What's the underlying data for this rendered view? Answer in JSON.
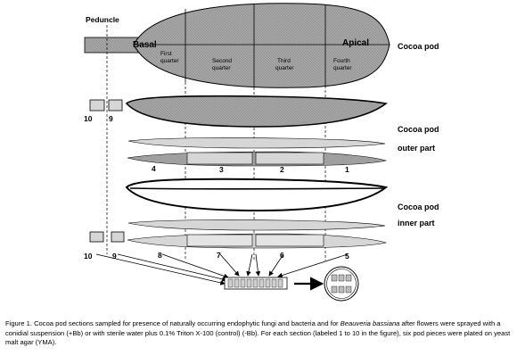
{
  "labels": {
    "peduncle": "Peduncle",
    "basal": "Basal",
    "apical": "Apical",
    "cocoa_pod": "Cocoa pod",
    "cocoa_pod_2": "Cocoa pod",
    "outer_part": "outer part",
    "cocoa_pod_3": "Cocoa pod",
    "inner_part": "inner part"
  },
  "quarters": [
    {
      "line1": "First",
      "line2": "quarter"
    },
    {
      "line1": "Second",
      "line2": "quarter"
    },
    {
      "line1": "Third",
      "line2": "quarter"
    },
    {
      "line1": "Fourth",
      "line2": "quarter"
    }
  ],
  "outer_sections": {
    "peduncle_pieces": [
      "10",
      "9"
    ],
    "pod_pieces": [
      "4",
      "3",
      "2",
      "1"
    ]
  },
  "inner_sections": {
    "peduncle_pieces": [
      "10",
      "9"
    ],
    "pod_pieces": [
      "8",
      "7",
      "6",
      "5"
    ]
  },
  "caption": {
    "part1": "Figure 1. Cocoa pod sections sampled for presence of naturally occurring endophytic fungi and bacteria and for ",
    "species": "Beauveria bassiana",
    "part2": " after flowers were sprayed with a conidial suspension (+Bb) or with sterile water plus 0.1% Triton X-100 (control) (-Bb).  For each section (labeled 1 to 10 in the figure), six pod pieces were plated on yeast malt agar (YMA)."
  },
  "colors": {
    "pod_fill": "#a9a9a9",
    "pod_light": "#d6d6d6",
    "outline": "#000000"
  }
}
